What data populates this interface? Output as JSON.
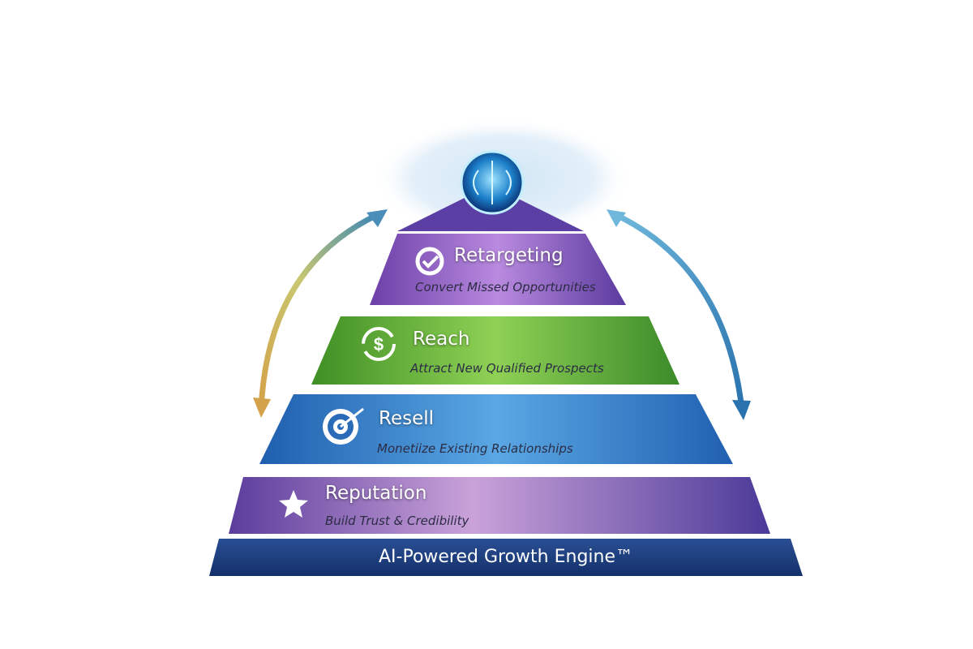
{
  "diagram": {
    "tiers": [
      {
        "title": "Retargeting",
        "subtitle": "Convert Missed Opportunities",
        "icon": "retarget-check-icon",
        "color": "#7b4fb8"
      },
      {
        "title": "Reach",
        "subtitle": "Attract New Qualified Prospects",
        "icon": "dollar-cycle-icon",
        "color": "#4fa82e"
      },
      {
        "title": "Resell",
        "subtitle": "Monetiize  Existing Relationships",
        "icon": "target-arrow-icon",
        "color": "#2c74c4"
      },
      {
        "title": "Reputation",
        "subtitle": "Build Trust & Credibility",
        "icon": "star-icon",
        "color": "#6a4aa8"
      }
    ],
    "base_label": "AI-Powered Growth Engine™",
    "apex_icon": "ai-brain-icon"
  }
}
